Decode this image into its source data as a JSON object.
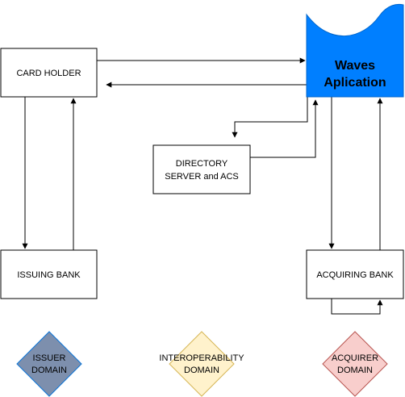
{
  "app": {
    "title_line1": "Waves",
    "title_line2": "Aplication",
    "color": "#007fff",
    "border_color": "#0066cc"
  },
  "nodes": {
    "card_holder": "CARD HOLDER",
    "directory_line1": "DIRECTORY",
    "directory_line2": "SERVER and ACS",
    "issuing_bank": "ISSUING BANK",
    "acquiring_bank": "ACQUIRING BANK"
  },
  "domains": {
    "issuer": {
      "line1": "ISSUER",
      "line2": "DOMAIN",
      "fill": "#7d8fad",
      "stroke": "#0b75d9"
    },
    "interoperability": {
      "line1": "INTEROPERABILITY",
      "line2": "DOMAIN",
      "fill": "#fff2cc",
      "stroke": "#d6b656"
    },
    "acquirer": {
      "line1": "ACQUIRER",
      "line2": "DOMAIN",
      "fill": "#f8cecc",
      "stroke": "#b85450"
    }
  }
}
